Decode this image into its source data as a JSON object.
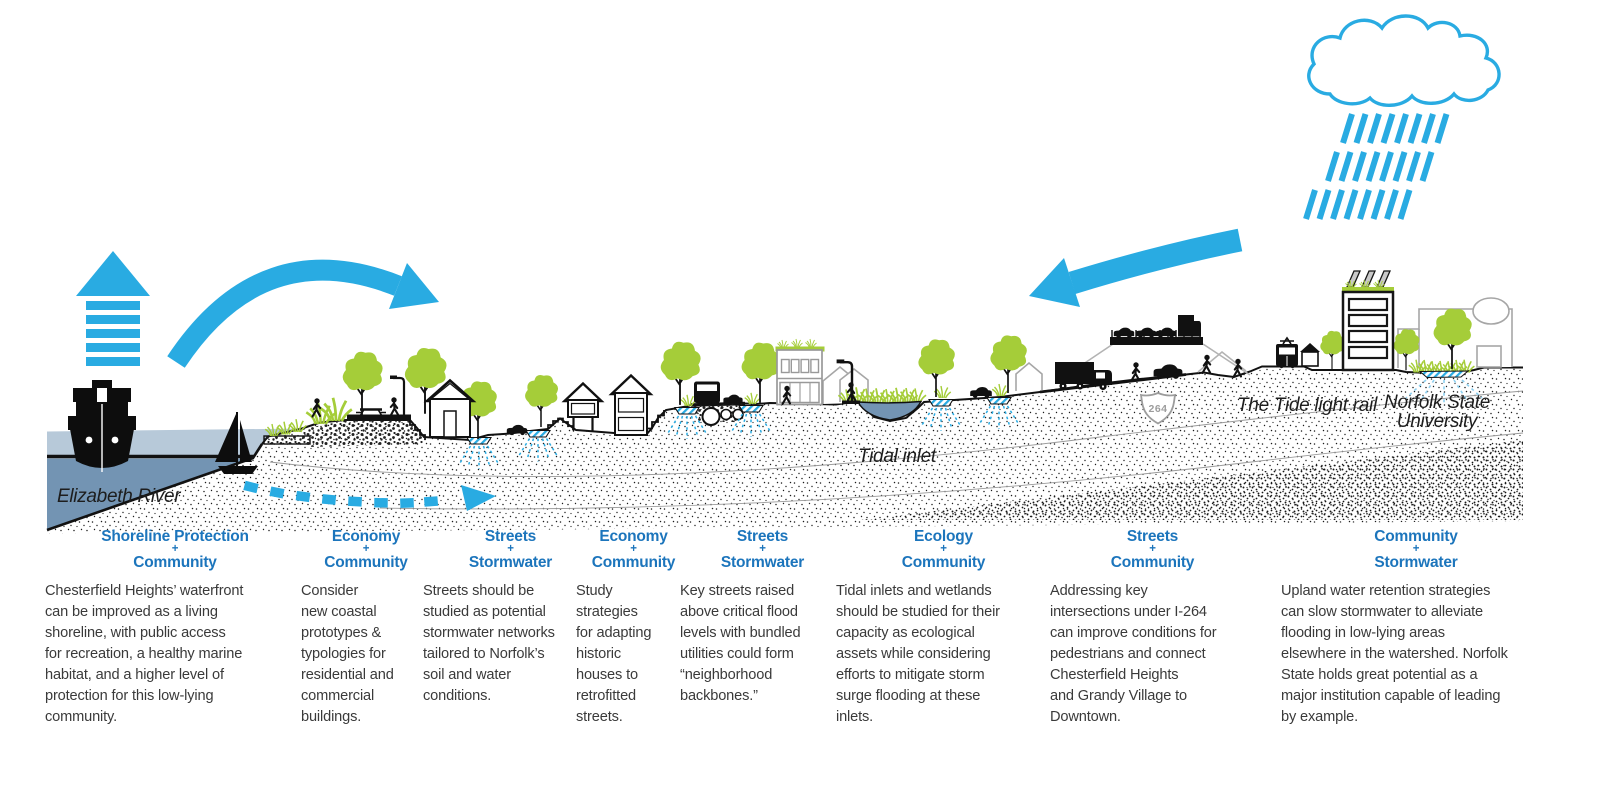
{
  "colors": {
    "accent_blue": "#29ABE2",
    "heading_blue": "#1C75BC",
    "water_light": "#B7C9D9",
    "water_dark": "#7394B3",
    "vegetation_green": "#A5CD39",
    "ink": "#1A1A1A",
    "outline_gray": "#A6A6A6",
    "body_text": "#3A3A3A"
  },
  "illustration": {
    "labels": {
      "river": "Elizabeth River",
      "tidal_inlet": "Tidal inlet",
      "light_rail": "The Tide light rail",
      "university_line1": "Norfolk State",
      "university_line2": "University",
      "highway_shield": "264"
    }
  },
  "strategies": {
    "plus": "+",
    "columns": [
      {
        "theme_top": "Shoreline Protection",
        "theme_bottom": "Community",
        "description": "Chesterfield Heights’ waterfront\ncan be improved as a living\nshoreline, with public access\nfor recreation, a healthy marine\nhabitat, and a higher level of\nprotection for this low-lying\ncommunity."
      },
      {
        "theme_top": "Economy",
        "theme_bottom": "Community",
        "description": "Consider\nnew coastal\nprototypes &\ntypologies for\nresidential and\ncommercial\nbuildings."
      },
      {
        "theme_top": "Streets",
        "theme_bottom": "Stormwater",
        "description": "Streets should be\nstudied as potential\nstormwater networks\ntailored to Norfolk’s\nsoil and water\nconditions."
      },
      {
        "theme_top": "Economy",
        "theme_bottom": "Community",
        "description": "Study\nstrategies\nfor adapting\nhistoric\nhouses to\nretrofitted\nstreets."
      },
      {
        "theme_top": "Streets",
        "theme_bottom": "Stormwater",
        "description": "Key streets raised\nabove critical flood\nlevels with bundled\nutilities could form\n“neighborhood\nbackbones.”"
      },
      {
        "theme_top": "Ecology",
        "theme_bottom": "Community",
        "description": "Tidal inlets and wetlands\nshould be studied for their\ncapacity as ecological\nassets while considering\nefforts to mitigate storm\nsurge flooding at these\ninlets."
      },
      {
        "theme_top": "Streets",
        "theme_bottom": "Community",
        "description": "Addressing key\nintersections under I-264\ncan improve conditions for\npedestrians and connect\nChesterfield Heights\nand Grandy Village to\nDowntown."
      },
      {
        "theme_top": "Community",
        "theme_bottom": "Stormwater",
        "description": "Upland water retention strategies\ncan slow stormwater to alleviate\nflooding in low-lying areas\nelsewhere in the watershed. Norfolk\nState holds great potential as a\nmajor institution capable of leading\nby example."
      }
    ]
  }
}
